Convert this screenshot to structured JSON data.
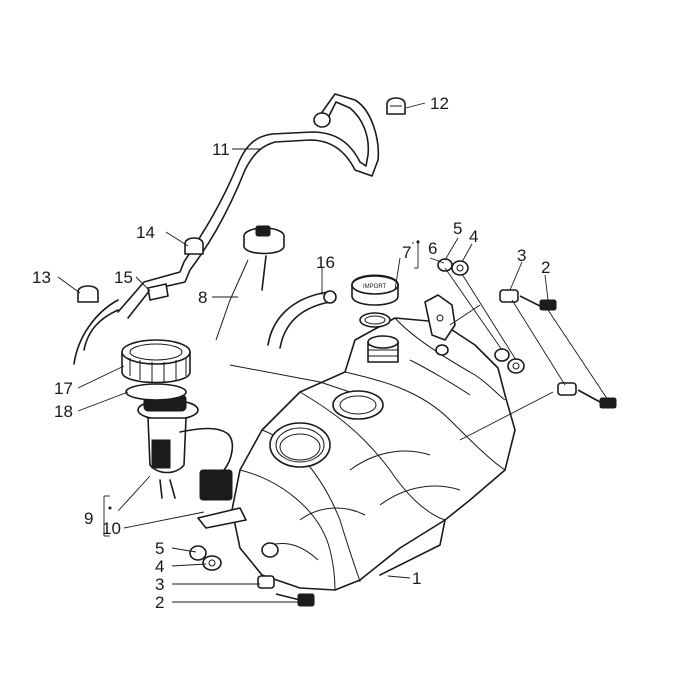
{
  "diagram": {
    "callouts": [
      {
        "id": "c1",
        "text": "1"
      },
      {
        "id": "c2a",
        "text": "2"
      },
      {
        "id": "c2b",
        "text": "2"
      },
      {
        "id": "c3a",
        "text": "3"
      },
      {
        "id": "c3b",
        "text": "3"
      },
      {
        "id": "c4a",
        "text": "4"
      },
      {
        "id": "c4b",
        "text": "4"
      },
      {
        "id": "c5a",
        "text": "5"
      },
      {
        "id": "c5b",
        "text": "5"
      },
      {
        "id": "c6",
        "text": "6"
      },
      {
        "id": "c7",
        "text": "7"
      },
      {
        "id": "c8",
        "text": "8"
      },
      {
        "id": "c9",
        "text": "9"
      },
      {
        "id": "c10",
        "text": "10"
      },
      {
        "id": "c11",
        "text": "11"
      },
      {
        "id": "c12",
        "text": "12"
      },
      {
        "id": "c13",
        "text": "13"
      },
      {
        "id": "c14",
        "text": "14"
      },
      {
        "id": "c15",
        "text": "15"
      },
      {
        "id": "c16",
        "text": "16"
      },
      {
        "id": "c17",
        "text": "17"
      },
      {
        "id": "c18",
        "text": "18"
      }
    ]
  }
}
